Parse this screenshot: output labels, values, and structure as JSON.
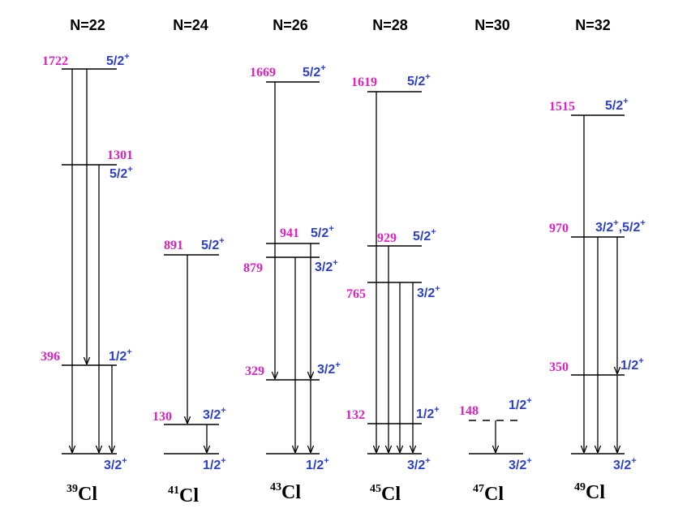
{
  "colors": {
    "energy": "#e020c0",
    "spin": "#2b3fd0",
    "line": "#000000"
  },
  "columns": [
    {
      "header": "N=22",
      "nucleus": {
        "mass": "39",
        "symbol": "Cl"
      },
      "levels": [
        {
          "energy": "1722",
          "spin": "5/2",
          "parity": "+"
        },
        {
          "energy": "1301",
          "spin": "5/2",
          "parity": "+"
        },
        {
          "energy": "396",
          "spin": "1/2",
          "parity": "+"
        },
        {
          "energy": "",
          "spin": "3/2",
          "parity": "+"
        }
      ]
    },
    {
      "header": "N=24",
      "nucleus": {
        "mass": "41",
        "symbol": "Cl"
      },
      "levels": [
        {
          "energy": "891",
          "spin": "5/2",
          "parity": "+"
        },
        {
          "energy": "130",
          "spin": "3/2",
          "parity": "+"
        },
        {
          "energy": "",
          "spin": "1/2",
          "parity": "+"
        }
      ]
    },
    {
      "header": "N=26",
      "nucleus": {
        "mass": "43",
        "symbol": "Cl"
      },
      "levels": [
        {
          "energy": "1669",
          "spin": "5/2",
          "parity": "+"
        },
        {
          "energy": "941",
          "spin": "5/2",
          "parity": "+"
        },
        {
          "energy": "879",
          "spin": "3/2",
          "parity": "+"
        },
        {
          "energy": "329",
          "spin": "3/2",
          "parity": "+"
        },
        {
          "energy": "",
          "spin": "1/2",
          "parity": "+"
        }
      ]
    },
    {
      "header": "N=28",
      "nucleus": {
        "mass": "45",
        "symbol": "Cl"
      },
      "levels": [
        {
          "energy": "1619",
          "spin": "5/2",
          "parity": "+"
        },
        {
          "energy": "929",
          "spin": "5/2",
          "parity": "+"
        },
        {
          "energy": "765",
          "spin": "3/2",
          "parity": "+"
        },
        {
          "energy": "132",
          "spin": "1/2",
          "parity": "+"
        },
        {
          "energy": "",
          "spin": "3/2",
          "parity": "+"
        }
      ]
    },
    {
      "header": "N=30",
      "nucleus": {
        "mass": "47",
        "symbol": "Cl"
      },
      "levels": [
        {
          "energy": "148",
          "spin": "1/2",
          "parity": "+"
        },
        {
          "energy": "",
          "spin": "3/2",
          "parity": "+"
        }
      ]
    },
    {
      "header": "N=32",
      "nucleus": {
        "mass": "49",
        "symbol": "Cl"
      },
      "levels": [
        {
          "energy": "1515",
          "spin": "5/2",
          "parity": "+"
        },
        {
          "energy": "970",
          "spin": "3/2",
          "parity": "+",
          "spin2": "5/2",
          "parity2": "+"
        },
        {
          "energy": "350",
          "spin": "1/2",
          "parity": "+"
        },
        {
          "energy": "",
          "spin": "3/2",
          "parity": "+"
        }
      ]
    }
  ]
}
